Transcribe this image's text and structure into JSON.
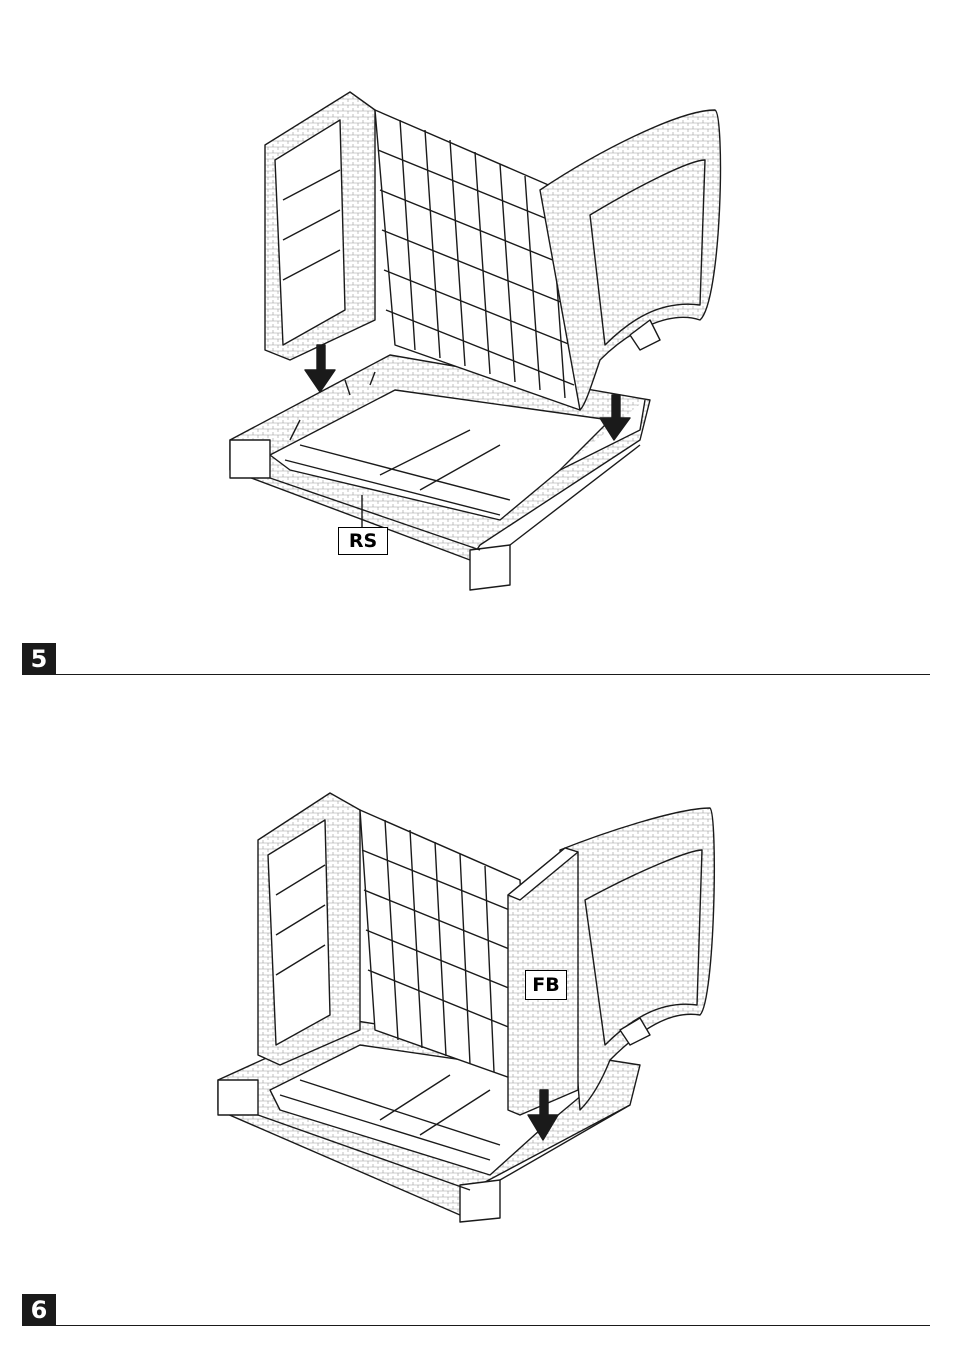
{
  "steps": [
    {
      "number": "5",
      "part_label": "RS"
    },
    {
      "number": "6",
      "part_label": "FB"
    }
  ],
  "icons": {
    "arrow": "down-arrow-icon",
    "texture": "rattan-texture"
  }
}
